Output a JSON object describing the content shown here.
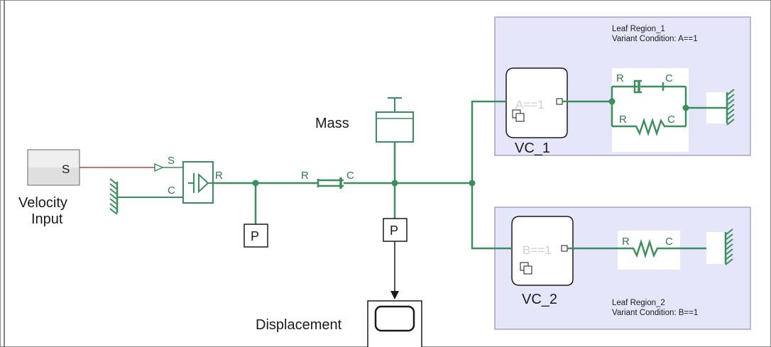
{
  "colors": {
    "physical": "#3a8f5c",
    "signal": "#c04040",
    "region_fill": "#e6e6fa",
    "region_border": "#7f7f9f",
    "block_border": "#2e7d4f"
  },
  "blocks": {
    "velocity_source": {
      "symbol": "S",
      "label_line1": "Velocity",
      "label_line2": "Input"
    },
    "converter": {
      "port_s": "S",
      "port_c": "C",
      "port_r": "R"
    },
    "damper_main": {
      "port_r": "R",
      "port_c": "C"
    },
    "mass": {
      "label": "Mass"
    },
    "sensor_left": {
      "symbol": "P"
    },
    "sensor_right": {
      "symbol": "P"
    },
    "scope": {
      "label": "Displacement"
    }
  },
  "regions": [
    {
      "title": "Leaf Region_1",
      "condition": "Variant Condition: A==1",
      "variant_text": "A==1",
      "block_name": "VC_1",
      "damper_ports": [
        "R",
        "C"
      ],
      "spring_ports": [
        "R",
        "C"
      ]
    },
    {
      "title": "Leaf Region_2",
      "condition": "Variant Condition: B==1",
      "variant_text": "B==1",
      "block_name": "VC_2",
      "spring_ports": [
        "R",
        "C"
      ]
    }
  ]
}
